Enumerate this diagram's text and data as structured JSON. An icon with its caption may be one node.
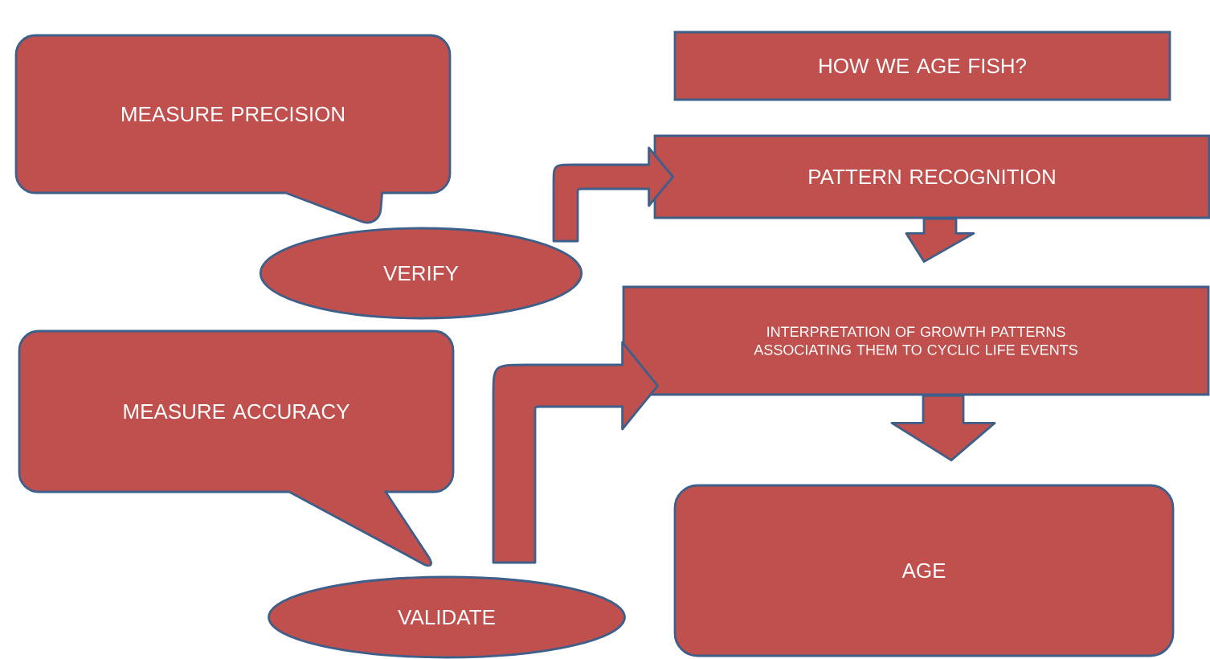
{
  "diagram": {
    "nodes": [
      {
        "text": [
          "HOW WE AGE FISH?"
        ]
      },
      {
        "text": [
          "MEASURE PRECISION"
        ]
      },
      {
        "text": [
          "VERIFY"
        ]
      },
      {
        "text": [
          "PATTERN RECOGNITION"
        ]
      },
      {
        "text": [
          "MEASURE ACCURACY"
        ]
      },
      {
        "text": [
          "INTERPRETATION OF GROWTH PATTERNS ASSOCIATING THEM TO CYCLIC LIFE EVENTS"
        ]
      },
      {
        "text": [
          "VALIDATE"
        ]
      },
      {
        "text": [
          "AGE"
        ]
      }
    ],
    "edges": [
      {
        "from": 2,
        "to": 3,
        "arrow": "to"
      },
      {
        "from": 3,
        "to": 5,
        "arrow": "to"
      },
      {
        "from": 6,
        "to": 5,
        "arrow": "to"
      },
      {
        "from": 5,
        "to": 7,
        "arrow": "to"
      }
    ]
  }
}
